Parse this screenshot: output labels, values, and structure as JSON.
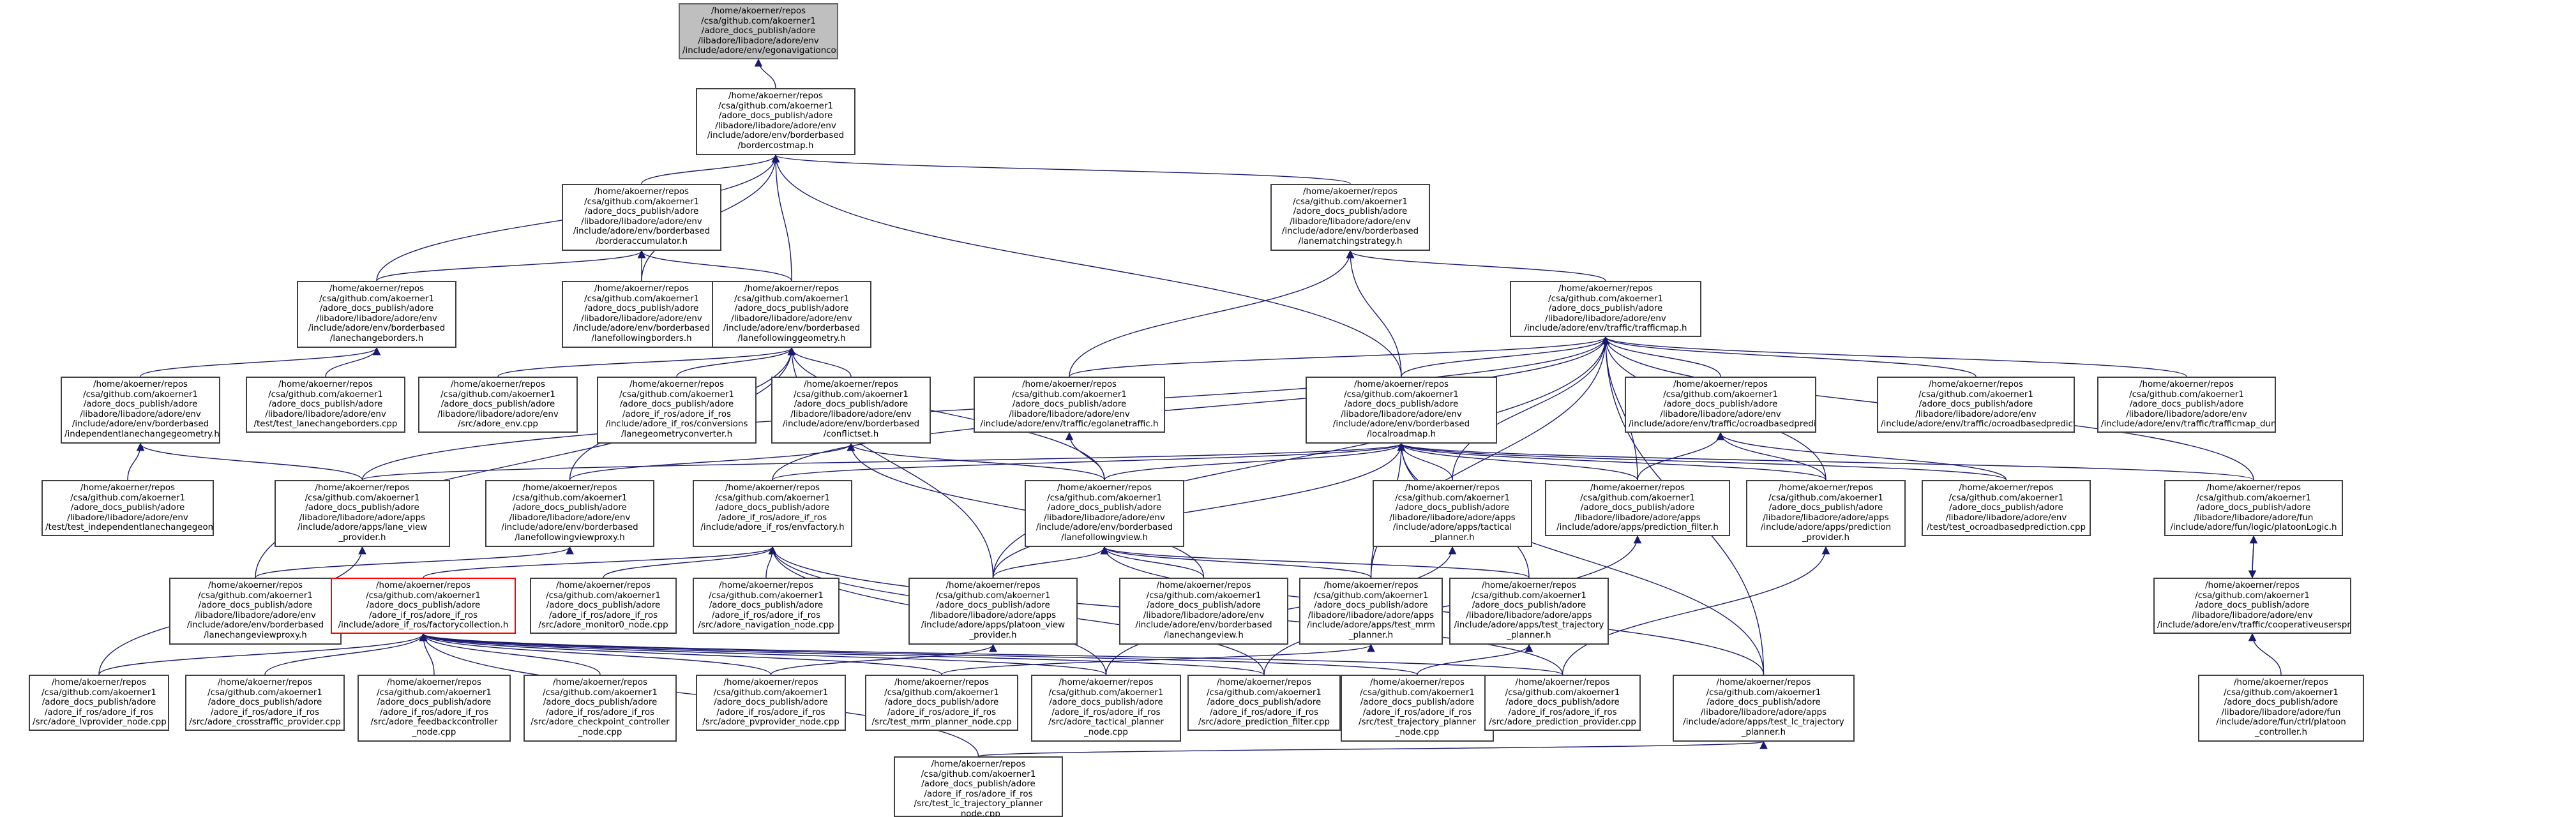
{
  "colors": {
    "edge": "#191970",
    "node_border": "#404040",
    "root_fill": "#bfbfbf",
    "highlight_border": "#ff0000"
  },
  "nodes": [
    {
      "id": "n0",
      "label": "/home/akoerner/repos\n/csa/github.com/akoerner1\n/adore_docs_publish/adore\n/libadore/libadore/adore/env\n/include/adore/env/egonavigationcost.h",
      "root": true
    },
    {
      "id": "n1",
      "label": "/home/akoerner/repos\n/csa/github.com/akoerner1\n/adore_docs_publish/adore\n/libadore/libadore/adore/env\n/include/adore/env/borderbased\n/bordercostmap.h"
    },
    {
      "id": "n2",
      "label": "/home/akoerner/repos\n/csa/github.com/akoerner1\n/adore_docs_publish/adore\n/libadore/libadore/adore/env\n/include/adore/env/borderbased\n/borderaccumulator.h"
    },
    {
      "id": "n3",
      "label": "/home/akoerner/repos\n/csa/github.com/akoerner1\n/adore_docs_publish/adore\n/libadore/libadore/adore/env\n/include/adore/env/borderbased\n/lanematchingstrategy.h"
    },
    {
      "id": "n4",
      "label": "/home/akoerner/repos\n/csa/github.com/akoerner1\n/adore_docs_publish/adore\n/libadore/libadore/adore/env\n/include/adore/env/borderbased\n/lanechangeborders.h"
    },
    {
      "id": "n5",
      "label": "/home/akoerner/repos\n/csa/github.com/akoerner1\n/adore_docs_publish/adore\n/libadore/libadore/adore/env\n/include/adore/env/borderbased\n/lanefollowingborders.h"
    },
    {
      "id": "n6",
      "label": "/home/akoerner/repos\n/csa/github.com/akoerner1\n/adore_docs_publish/adore\n/libadore/libadore/adore/env\n/include/adore/env/borderbased\n/lanefollowinggeometry.h"
    },
    {
      "id": "n7",
      "label": "/home/akoerner/repos\n/csa/github.com/akoerner1\n/adore_docs_publish/adore\n/libadore/libadore/adore/env\n/include/adore/env/traffic/trafficmap.h"
    },
    {
      "id": "n8",
      "label": "/home/akoerner/repos\n/csa/github.com/akoerner1\n/adore_docs_publish/adore\n/libadore/libadore/adore/env\n/include/adore/env/borderbased\n/independentlanechangegeometry.h"
    },
    {
      "id": "n9",
      "label": "/home/akoerner/repos\n/csa/github.com/akoerner1\n/adore_docs_publish/adore\n/libadore/libadore/adore/env\n/test/test_lanechangeborders.cpp"
    },
    {
      "id": "n10",
      "label": "/home/akoerner/repos\n/csa/github.com/akoerner1\n/adore_docs_publish/adore\n/libadore/libadore/adore/env\n/src/adore_env.cpp"
    },
    {
      "id": "n11",
      "label": "/home/akoerner/repos\n/csa/github.com/akoerner1\n/adore_docs_publish/adore\n/adore_if_ros/adore_if_ros\n/include/adore_if_ros/conversions\n/lanegeometryconverter.h"
    },
    {
      "id": "n12",
      "label": "/home/akoerner/repos\n/csa/github.com/akoerner1\n/adore_docs_publish/adore\n/libadore/libadore/adore/env\n/include/adore/env/borderbased\n/conflictset.h"
    },
    {
      "id": "n13",
      "label": "/home/akoerner/repos\n/csa/github.com/akoerner1\n/adore_docs_publish/adore\n/libadore/libadore/adore/env\n/include/adore/env/traffic/egolanetraffic.h"
    },
    {
      "id": "n14",
      "label": "/home/akoerner/repos\n/csa/github.com/akoerner1\n/adore_docs_publish/adore\n/libadore/libadore/adore/env\n/include/adore/env/borderbased\n/localroadmap.h"
    },
    {
      "id": "n15",
      "label": "/home/akoerner/repos\n/csa/github.com/akoerner1\n/adore_docs_publish/adore\n/libadore/libadore/adore/env\n/include/adore/env/traffic/ocroadbasedprediction.h"
    },
    {
      "id": "n16",
      "label": "/home/akoerner/repos\n/csa/github.com/akoerner1\n/adore_docs_publish/adore\n/libadore/libadore/adore/env\n/include/adore/env/traffic/ocroadbasedprediction_test.h"
    },
    {
      "id": "n17",
      "label": "/home/akoerner/repos\n/csa/github.com/akoerner1\n/adore_docs_publish/adore\n/libadore/libadore/adore/env\n/include/adore/env/traffic/trafficmap_dummy.h"
    },
    {
      "id": "n18",
      "label": "/home/akoerner/repos\n/csa/github.com/akoerner1\n/adore_docs_publish/adore\n/libadore/libadore/adore/env\n/test/test_independentlanechangegeometry.cpp"
    },
    {
      "id": "n19",
      "label": "/home/akoerner/repos\n/csa/github.com/akoerner1\n/adore_docs_publish/adore\n/libadore/libadore/adore/apps\n/include/adore/apps/lane_view\n_provider.h"
    },
    {
      "id": "n20",
      "label": "/home/akoerner/repos\n/csa/github.com/akoerner1\n/adore_docs_publish/adore\n/libadore/libadore/adore/env\n/include/adore/env/borderbased\n/lanefollowingviewproxy.h"
    },
    {
      "id": "n21",
      "label": "/home/akoerner/repos\n/csa/github.com/akoerner1\n/adore_docs_publish/adore\n/adore_if_ros/adore_if_ros\n/include/adore_if_ros/envfactory.h"
    },
    {
      "id": "n22",
      "label": "/home/akoerner/repos\n/csa/github.com/akoerner1\n/adore_docs_publish/adore\n/libadore/libadore/adore/env\n/include/adore/env/borderbased\n/lanefollowingview.h"
    },
    {
      "id": "n23",
      "label": "/home/akoerner/repos\n/csa/github.com/akoerner1\n/adore_docs_publish/adore\n/libadore/libadore/adore/apps\n/include/adore/apps/tactical\n_planner.h"
    },
    {
      "id": "n24",
      "label": "/home/akoerner/repos\n/csa/github.com/akoerner1\n/adore_docs_publish/adore\n/libadore/libadore/adore/apps\n/include/adore/apps/prediction_filter.h"
    },
    {
      "id": "n25",
      "label": "/home/akoerner/repos\n/csa/github.com/akoerner1\n/adore_docs_publish/adore\n/libadore/libadore/adore/apps\n/include/adore/apps/prediction\n_provider.h"
    },
    {
      "id": "n26",
      "label": "/home/akoerner/repos\n/csa/github.com/akoerner1\n/adore_docs_publish/adore\n/libadore/libadore/adore/env\n/test/test_ocroadbasedprediction.cpp"
    },
    {
      "id": "n27",
      "label": "/home/akoerner/repos\n/csa/github.com/akoerner1\n/adore_docs_publish/adore\n/libadore/libadore/adore/fun\n/include/adore/fun/logic/platoonLogic.h"
    },
    {
      "id": "n28",
      "label": "/home/akoerner/repos\n/csa/github.com/akoerner1\n/adore_docs_publish/adore\n/libadore/libadore/adore/env\n/include/adore/env/borderbased\n/lanechangeviewproxy.h"
    },
    {
      "id": "n29",
      "label": "/home/akoerner/repos\n/csa/github.com/akoerner1\n/adore_docs_publish/adore\n/adore_if_ros/adore_if_ros\n/include/adore_if_ros/factorycollection.h",
      "highlight": true
    },
    {
      "id": "n30",
      "label": "/home/akoerner/repos\n/csa/github.com/akoerner1\n/adore_docs_publish/adore\n/adore_if_ros/adore_if_ros\n/src/adore_monitor0_node.cpp"
    },
    {
      "id": "n31",
      "label": "/home/akoerner/repos\n/csa/github.com/akoerner1\n/adore_docs_publish/adore\n/adore_if_ros/adore_if_ros\n/src/adore_navigation_node.cpp"
    },
    {
      "id": "n32",
      "label": "/home/akoerner/repos\n/csa/github.com/akoerner1\n/adore_docs_publish/adore\n/libadore/libadore/adore/apps\n/include/adore/apps/platoon_view\n_provider.h"
    },
    {
      "id": "n33",
      "label": "/home/akoerner/repos\n/csa/github.com/akoerner1\n/adore_docs_publish/adore\n/libadore/libadore/adore/env\n/include/adore/env/borderbased\n/lanechangeview.h"
    },
    {
      "id": "n34",
      "label": "/home/akoerner/repos\n/csa/github.com/akoerner1\n/adore_docs_publish/adore\n/libadore/libadore/adore/apps\n/include/adore/apps/test_mrm\n_planner.h"
    },
    {
      "id": "n35",
      "label": "/home/akoerner/repos\n/csa/github.com/akoerner1\n/adore_docs_publish/adore\n/libadore/libadore/adore/apps\n/include/adore/apps/test_trajectory\n_planner.h"
    },
    {
      "id": "n36",
      "label": "/home/akoerner/repos\n/csa/github.com/akoerner1\n/adore_docs_publish/adore\n/libadore/libadore/adore/env\n/include/adore/env/traffic/cooperativeusersprocess.h"
    },
    {
      "id": "n37",
      "label": "/home/akoerner/repos\n/csa/github.com/akoerner1\n/adore_docs_publish/adore\n/adore_if_ros/adore_if_ros\n/src/adore_lvprovider_node.cpp"
    },
    {
      "id": "n38",
      "label": "/home/akoerner/repos\n/csa/github.com/akoerner1\n/adore_docs_publish/adore\n/adore_if_ros/adore_if_ros\n/src/adore_crosstraffic_provider.cpp"
    },
    {
      "id": "n39",
      "label": "/home/akoerner/repos\n/csa/github.com/akoerner1\n/adore_docs_publish/adore\n/adore_if_ros/adore_if_ros\n/src/adore_feedbackcontroller\n_node.cpp"
    },
    {
      "id": "n40",
      "label": "/home/akoerner/repos\n/csa/github.com/akoerner1\n/adore_docs_publish/adore\n/adore_if_ros/adore_if_ros\n/src/adore_checkpoint_controller\n_node.cpp"
    },
    {
      "id": "n41",
      "label": "/home/akoerner/repos\n/csa/github.com/akoerner1\n/adore_docs_publish/adore\n/adore_if_ros/adore_if_ros\n/src/adore_pvprovider_node.cpp"
    },
    {
      "id": "n42",
      "label": "/home/akoerner/repos\n/csa/github.com/akoerner1\n/adore_docs_publish/adore\n/adore_if_ros/adore_if_ros\n/src/test_mrm_planner_node.cpp"
    },
    {
      "id": "n43",
      "label": "/home/akoerner/repos\n/csa/github.com/akoerner1\n/adore_docs_publish/adore\n/adore_if_ros/adore_if_ros\n/src/adore_tactical_planner\n_node.cpp"
    },
    {
      "id": "n44",
      "label": "/home/akoerner/repos\n/csa/github.com/akoerner1\n/adore_docs_publish/adore\n/adore_if_ros/adore_if_ros\n/src/adore_prediction_filter.cpp"
    },
    {
      "id": "n45",
      "label": "/home/akoerner/repos\n/csa/github.com/akoerner1\n/adore_docs_publish/adore\n/adore_if_ros/adore_if_ros\n/src/test_trajectory_planner\n_node.cpp"
    },
    {
      "id": "n46",
      "label": "/home/akoerner/repos\n/csa/github.com/akoerner1\n/adore_docs_publish/adore\n/adore_if_ros/adore_if_ros\n/src/adore_prediction_provider.cpp"
    },
    {
      "id": "n47",
      "label": "/home/akoerner/repos\n/csa/github.com/akoerner1\n/adore_docs_publish/adore\n/libadore/libadore/adore/apps\n/include/adore/apps/test_lc_trajectory\n_planner.h"
    },
    {
      "id": "n48",
      "label": "/home/akoerner/repos\n/csa/github.com/akoerner1\n/adore_docs_publish/adore\n/libadore/libadore/adore/fun\n/include/adore/fun/ctrl/platoon\n_controller.h"
    },
    {
      "id": "n49",
      "label": "/home/akoerner/repos\n/csa/github.com/akoerner1\n/adore_docs_publish/adore\n/adore_if_ros/adore_if_ros\n/src/test_lc_trajectory_planner\n_node.cpp"
    }
  ],
  "edges": [
    [
      "n1",
      "n0"
    ],
    [
      "n2",
      "n1"
    ],
    [
      "n3",
      "n1"
    ],
    [
      "n4",
      "n1"
    ],
    [
      "n5",
      "n1"
    ],
    [
      "n6",
      "n1"
    ],
    [
      "n14",
      "n1"
    ],
    [
      "n4",
      "n2"
    ],
    [
      "n5",
      "n2"
    ],
    [
      "n6",
      "n2"
    ],
    [
      "n13",
      "n3"
    ],
    [
      "n14",
      "n3"
    ],
    [
      "n7",
      "n3"
    ],
    [
      "n8",
      "n4"
    ],
    [
      "n9",
      "n4"
    ],
    [
      "n18",
      "n8"
    ],
    [
      "n19",
      "n8"
    ],
    [
      "n10",
      "n6"
    ],
    [
      "n11",
      "n6"
    ],
    [
      "n12",
      "n6"
    ],
    [
      "n20",
      "n6"
    ],
    [
      "n22",
      "n6"
    ],
    [
      "n28",
      "n6"
    ],
    [
      "n32",
      "n6"
    ],
    [
      "n20",
      "n12"
    ],
    [
      "n22",
      "n12"
    ],
    [
      "n33",
      "n12"
    ],
    [
      "n13",
      "n7"
    ],
    [
      "n14",
      "n7"
    ],
    [
      "n15",
      "n7"
    ],
    [
      "n16",
      "n7"
    ],
    [
      "n17",
      "n7"
    ],
    [
      "n19",
      "n7"
    ],
    [
      "n21",
      "n7"
    ],
    [
      "n23",
      "n7"
    ],
    [
      "n24",
      "n7"
    ],
    [
      "n25",
      "n7"
    ],
    [
      "n27",
      "n7"
    ],
    [
      "n32",
      "n7"
    ],
    [
      "n34",
      "n7"
    ],
    [
      "n47",
      "n7"
    ],
    [
      "n19",
      "n14"
    ],
    [
      "n21",
      "n14"
    ],
    [
      "n22",
      "n14"
    ],
    [
      "n23",
      "n14"
    ],
    [
      "n24",
      "n14"
    ],
    [
      "n25",
      "n14"
    ],
    [
      "n26",
      "n14"
    ],
    [
      "n27",
      "n14"
    ],
    [
      "n32",
      "n14"
    ],
    [
      "n34",
      "n14"
    ],
    [
      "n35",
      "n14"
    ],
    [
      "n47",
      "n14"
    ],
    [
      "n22",
      "n13"
    ],
    [
      "n24",
      "n15"
    ],
    [
      "n25",
      "n15"
    ],
    [
      "n26",
      "n15"
    ],
    [
      "n28",
      "n20"
    ],
    [
      "n29",
      "n21"
    ],
    [
      "n30",
      "n21"
    ],
    [
      "n31",
      "n21"
    ],
    [
      "n43",
      "n21"
    ],
    [
      "n44",
      "n21"
    ],
    [
      "n46",
      "n21"
    ],
    [
      "n32",
      "n22"
    ],
    [
      "n33",
      "n22"
    ],
    [
      "n34",
      "n22"
    ],
    [
      "n35",
      "n22"
    ],
    [
      "n47",
      "n22"
    ],
    [
      "n43",
      "n23"
    ],
    [
      "n44",
      "n24"
    ],
    [
      "n46",
      "n25"
    ],
    [
      "n36",
      "n27"
    ],
    [
      "n27",
      "n36"
    ],
    [
      "n48",
      "n36"
    ],
    [
      "n37",
      "n19"
    ],
    [
      "n41",
      "n32"
    ],
    [
      "n42",
      "n34"
    ],
    [
      "n45",
      "n35"
    ],
    [
      "n49",
      "n47"
    ],
    [
      "n37",
      "n29"
    ],
    [
      "n38",
      "n29"
    ],
    [
      "n39",
      "n29"
    ],
    [
      "n40",
      "n29"
    ],
    [
      "n41",
      "n29"
    ],
    [
      "n42",
      "n29"
    ],
    [
      "n43",
      "n29"
    ],
    [
      "n44",
      "n29"
    ],
    [
      "n45",
      "n29"
    ],
    [
      "n46",
      "n29"
    ],
    [
      "n49",
      "n29"
    ]
  ]
}
